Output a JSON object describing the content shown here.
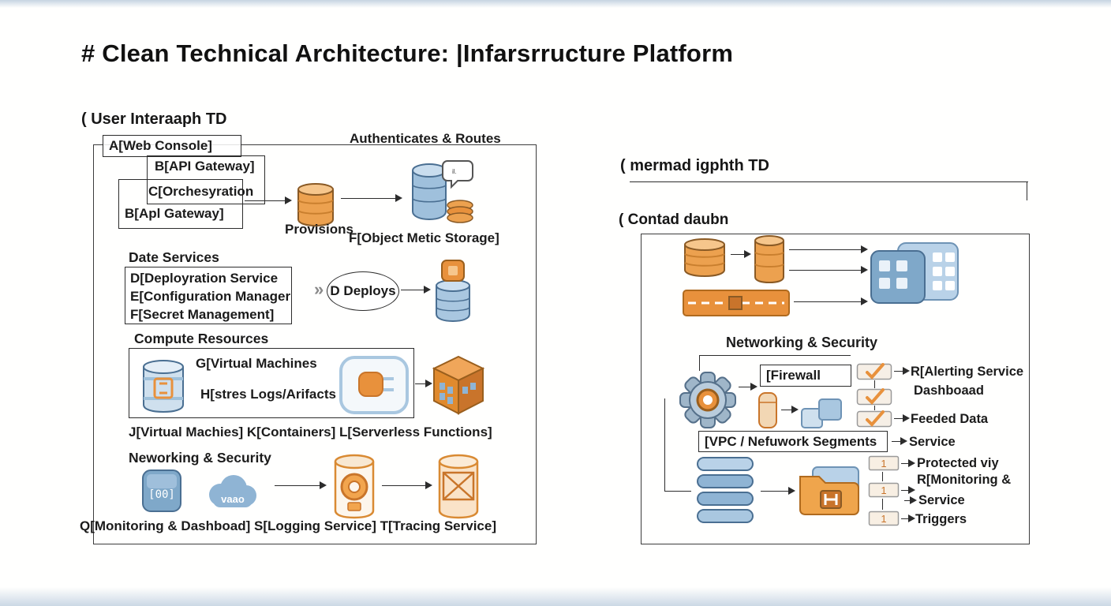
{
  "title": "# Clean Technical Architecture:  |Infarsrructure  Platform",
  "icons": {
    "double_chevron": "»"
  },
  "left": {
    "label": "( User Interaaph TD",
    "auth_routes": "Authenticates & Routes",
    "web_console": "A[Web Console]",
    "api_gateway_top": "B[API Gateway]",
    "orchestration": "C[Orchesyration",
    "api_gateway_inner": "B[Apl Gateway]",
    "provisions": "Provisions",
    "object_storage": "F[Object Metic Storage]",
    "data_services_title": "Date Services",
    "data_services_items": [
      "D[Deployration Service",
      "E[Configuration Manager",
      "F[Secret Management]"
    ],
    "deploys": "D Deploys",
    "compute_title": "Compute Resources",
    "virtual_machines": "G[Virtual Machines",
    "logs_artifacts": "H[stres Logs/Arifacts",
    "compute_caption": "J[Virtual Machies] K[Containers] L[Serverless Functions]",
    "networking_title": "Neworking & Security",
    "codebox_text": "[00]",
    "cloud_text": "vaao",
    "monitoring_caption": "Q[Monitoring & Dashboad] S[Logging Service] T[Tracing Service]"
  },
  "right": {
    "label": "( mermad igphth TD",
    "sublabel": "( Contad daubn",
    "networking_title": "Networking & Security",
    "firewall": "[Firewall",
    "alerting": "R[Alerting Service",
    "dashboard": "Dashboaad",
    "feeded_data": "Feeded Data",
    "vpc": "[VPC / Nefuwork Segments",
    "service_top": "Service",
    "protected": "Protected viy",
    "monitoring": "R[Monitoring &",
    "service_bottom": "Service",
    "triggers": "Triggers",
    "one_label": "1"
  }
}
